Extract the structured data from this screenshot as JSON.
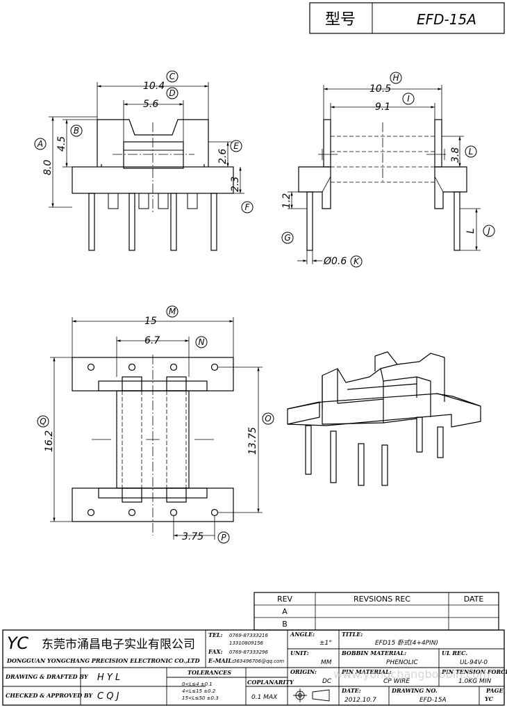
{
  "header": {
    "model_label": "型号",
    "model_value": "EFD-15A"
  },
  "dims": {
    "front": {
      "C": "10.4",
      "D": "5.6",
      "B": "4.5",
      "A": "8.0",
      "E": "2.6",
      "F": "2.3"
    },
    "side": {
      "H": "10.5",
      "I": "9.1",
      "L": "3.8",
      "G": "1.2",
      "K": "Ø0.6",
      "J": "L"
    },
    "bottom": {
      "M": "15",
      "N": "6.7",
      "Q": "16.2",
      "O": "13.75",
      "P": "3.75"
    }
  },
  "callouts": [
    "A",
    "B",
    "C",
    "D",
    "E",
    "F",
    "G",
    "H",
    "I",
    "J",
    "K",
    "L",
    "M",
    "N",
    "O",
    "P",
    "Q"
  ],
  "revision": {
    "rev_header": "REV",
    "revisions_header": "REVSIONS REC",
    "date_header": "DATE",
    "rows": [
      "A",
      "B"
    ]
  },
  "title_block": {
    "logo": "YC",
    "company_cn": "东莞市涌昌电子实业有限公司",
    "company_en": "DONGGUAN YONGCHANG PRECISION ELECTRONIC CO.,LTD",
    "tel_label": "TEL:",
    "tel1": "0769-87333216",
    "tel2": "13310809156",
    "fax_label": "FAX:",
    "fax": "0769-87333296",
    "email_label": "E-MAIL:",
    "email": "363496706@qq.com",
    "angle_label": "ANGLE:",
    "angle_value": "±1°",
    "title_label": "TITLE:",
    "title_value": "EFD15 卧式(4+4PIN)",
    "unit_label": "UNIT:",
    "unit_value": "MM",
    "bobbin_material_label": "BOBBIN MATERIAL:",
    "bobbin_material_value": "PHENOLIC",
    "ul_rec_label": "UL REC.",
    "ul_rec_value": "UL-94V-0",
    "origin_label": "ORIGIN:",
    "origin_value": "DC",
    "pin_material_label": "PIN MATERIAL:",
    "pin_material_value": "CP WIRE",
    "pin_tension_label": "PIN TENSION FORCE",
    "pin_tension_value": "1.0KG MIN",
    "drawn_label": "DRAWING & DRAFTED BY",
    "drawn_value": "H Y L",
    "checked_label": "CHECKED & APPROVED BY",
    "checked_value": "C Q J",
    "tolerances_label": "TOLERANCES",
    "tol1": "0<L≤4    ±0.1",
    "tol2": "4<L≤15  ±0.2",
    "tol3": "15<L≤50  ±0.3",
    "coplanarity_label": "COPLANARITY",
    "coplanarity_value": "0.1 MAX",
    "date_label": "DATE:",
    "date_value": "2012.10.7",
    "drawing_no_label": "DRAWING NO.",
    "drawing_no_value": "EFD-15A",
    "page_label": "PAGE",
    "page_value": "YC"
  },
  "watermark": "www.yongchangbobbin.com"
}
